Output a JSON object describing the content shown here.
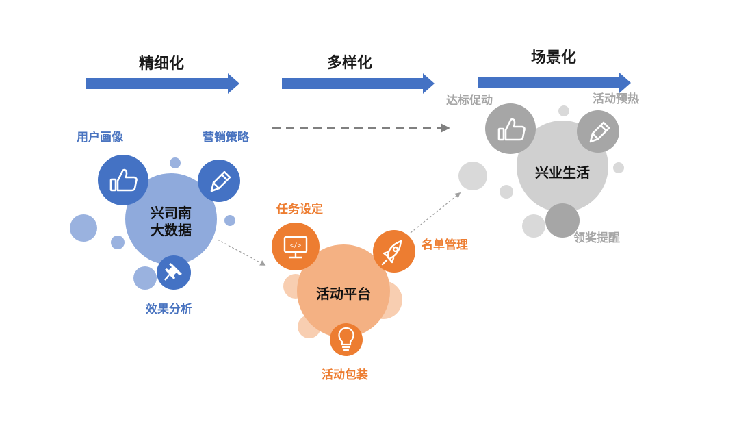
{
  "stages": [
    {
      "label": "精细化"
    },
    {
      "label": "多样化"
    },
    {
      "label": "场景化"
    }
  ],
  "clusters": {
    "bigdata": {
      "title": "兴司南\n大数据",
      "color": "#4472c4",
      "items": [
        {
          "label": "用户画像",
          "icon": "thumbs-up-icon"
        },
        {
          "label": "营销策略",
          "icon": "pencil-icon"
        },
        {
          "label": "效果分析",
          "icon": "pushpin-icon"
        }
      ]
    },
    "platform": {
      "title": "活动平台",
      "color": "#ed7d31",
      "items": [
        {
          "label": "任务设定",
          "icon": "monitor-code-icon"
        },
        {
          "label": "名单管理",
          "icon": "rocket-icon"
        },
        {
          "label": "活动包装",
          "icon": "lightbulb-icon"
        }
      ]
    },
    "life": {
      "title": "兴业生活",
      "color": "#a6a6a6",
      "items": [
        {
          "label": "达标促动",
          "icon": "thumbs-up-icon"
        },
        {
          "label": "活动预热",
          "icon": "pencil-icon"
        },
        {
          "label": "领奖提醒",
          "icon": "circle-icon"
        }
      ]
    }
  }
}
